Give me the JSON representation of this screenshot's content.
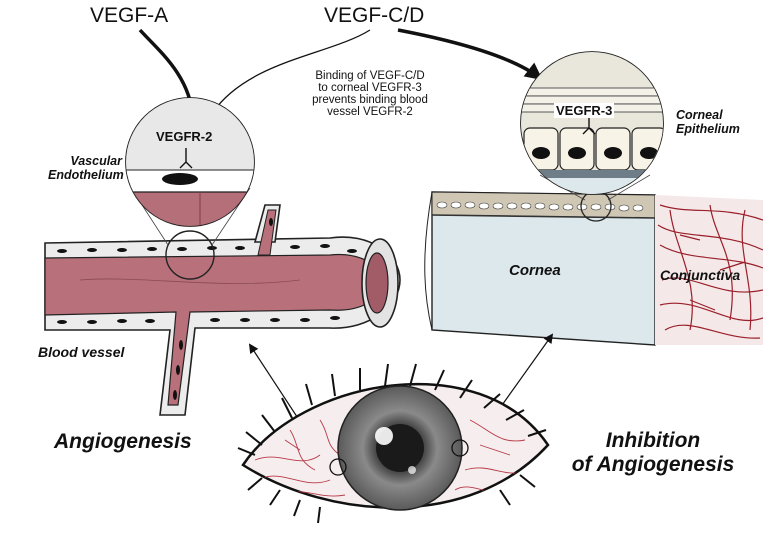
{
  "labels": {
    "vegf_a": "VEGF-A",
    "vegf_cd": "VEGF-C/D",
    "note_line1": "Binding of VEGF-C/D",
    "note_line2": "to corneal VEGFR-3",
    "note_line3": "prevents binding blood",
    "note_line4": "vessel VEGFR-2",
    "vegfr2": "VEGFR-2",
    "vegfr3": "VEGFR-3",
    "vascular": "Vascular",
    "endothelium": "Endothelium",
    "corneal": "Corneal",
    "epithelium": "Epithelium",
    "cornea": "Cornea",
    "conjunctiva": "Conjunctiva",
    "blood_vessel": "Blood vessel",
    "angiogenesis": "Angiogenesis",
    "inhibition_line1": "Inhibition",
    "inhibition_line2": "of Angiogenesis"
  },
  "colors": {
    "vessel_lumen": "#b8707a",
    "vessel_wall": "#e6e6e6",
    "cornea_fill": "#dce8ec",
    "conjunctiva_vessels": "#9a1f2a",
    "iris": "#7d7d7d"
  }
}
